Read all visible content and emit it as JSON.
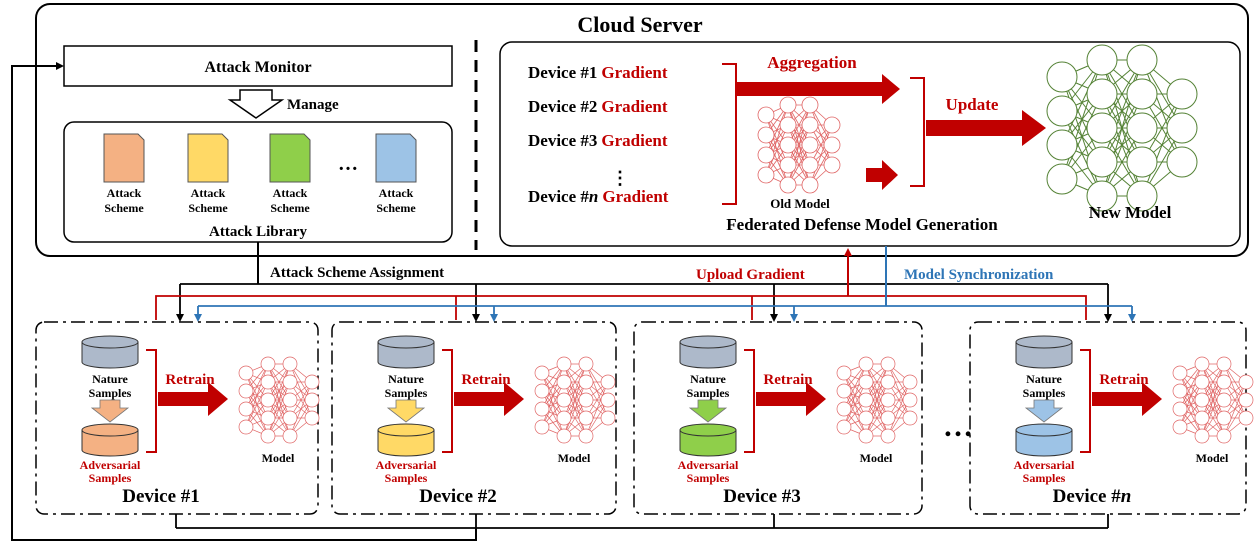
{
  "cloud": {
    "title": "Cloud Server",
    "attack_monitor": "Attack Monitor",
    "manage": "Manage",
    "attack_library": "Attack Library",
    "ellipsis": "…",
    "schemes": [
      {
        "line1": "Attack",
        "line2": "Scheme",
        "color": "#f4b183"
      },
      {
        "line1": "Attack",
        "line2": "Scheme",
        "color": "#ffd966"
      },
      {
        "line1": "Attack",
        "line2": "Scheme",
        "color": "#8fcf4a"
      },
      {
        "line1": "Attack",
        "line2": "Scheme",
        "color": "#9dc3e6"
      }
    ],
    "fed": {
      "devices": [
        "Device #1",
        "Device #2",
        "Device #3",
        "Device #"
      ],
      "device_n_italic": "n",
      "gradient": "Gradient",
      "vdots": "⋮",
      "aggregation": "Aggregation",
      "update": "Update",
      "old_model": "Old Model",
      "new_model": "New Model",
      "title": "Federated Defense Model Generation"
    }
  },
  "links": {
    "assignment": "Attack Scheme Assignment",
    "upload": "Upload Gradient",
    "sync": "Model Synchronization"
  },
  "device_common": {
    "nature_line1": "Nature",
    "nature_line2": "Samples",
    "adv_line1": "Adversarial",
    "adv_line2": "Samples",
    "retrain": "Retrain",
    "model": "Model"
  },
  "devices": [
    {
      "label": "Device #1",
      "color": "#f4b183"
    },
    {
      "label": "Device #2",
      "color": "#ffd966"
    },
    {
      "label": "Device #3",
      "color": "#8fcf4a"
    },
    {
      "label": "Device #",
      "italic": "n",
      "color": "#9dc3e6"
    }
  ],
  "between_dots": "…",
  "colors": {
    "red": "#c00000",
    "blue": "#2e75b6",
    "gray_db": "#adb9ca",
    "new_model": "#548235",
    "local_model": "#e06666"
  }
}
